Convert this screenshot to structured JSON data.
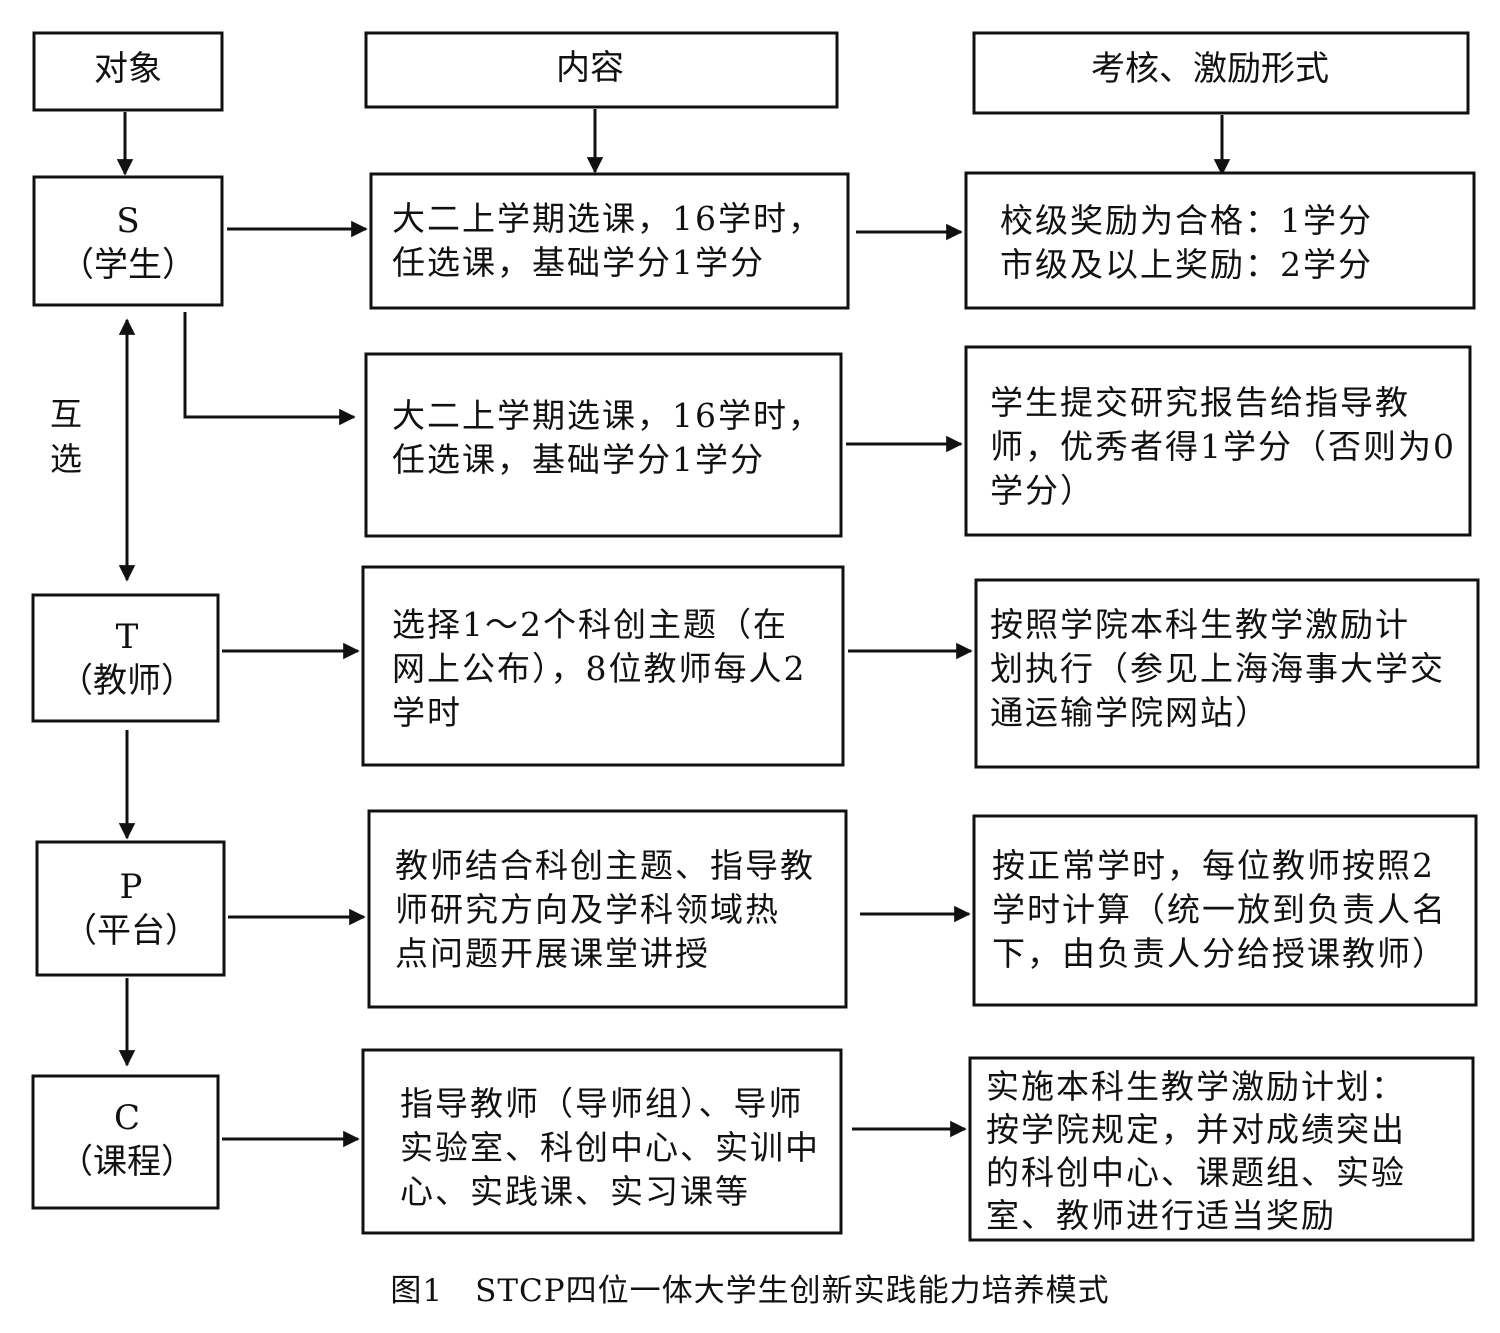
{
  "headers": {
    "object": "对象",
    "content": "内容",
    "assessment": "考核、激励形式"
  },
  "nodes": {
    "s": {
      "letter": "S",
      "name": "（学生）"
    },
    "t": {
      "letter": "T",
      "name": "（教师）"
    },
    "p": {
      "letter": "P",
      "name": "（平台）"
    },
    "c": {
      "letter": "C",
      "name": "（课程）"
    }
  },
  "mutual_label": [
    "互",
    "选"
  ],
  "content": {
    "row1": [
      "大二上学期选课，16学时，",
      "任选课，基础学分1学分"
    ],
    "row2": [
      "大二上学期选课，16学时，",
      "任选课，基础学分1学分"
    ],
    "row3": [
      "选择1～2个科创主题（在",
      "网上公布），8位教师每人2",
      "学时"
    ],
    "row4": [
      "教师结合科创主题、指导教",
      "师研究方向及学科领域热",
      "点问题开展课堂讲授"
    ],
    "row5": [
      "指导教师（导师组）、导师",
      "实验室、科创中心、实训中",
      "心、实践课、实习课等"
    ]
  },
  "assessment": {
    "row1": [
      "校级奖励为合格：1学分",
      "市级及以上奖励：2学分"
    ],
    "row2": [
      "学生提交研究报告给指导教",
      "师，优秀者得1学分（否则为0",
      "学分）"
    ],
    "row3": [
      "按照学院本科生教学激励计",
      "划执行（参见上海海事大学交",
      "通运输学院网站）"
    ],
    "row4": [
      "按正常学时，每位教师按照2",
      "学时计算（统一放到负责人名",
      "下，由负责人分给授课教师）"
    ],
    "row5": [
      "实施本科生教学激励计划：",
      "按学院规定，并对成绩突出",
      "的科创中心、课题组、实验",
      "室、教师进行适当奖励"
    ]
  },
  "caption": "图1　STCP四位一体大学生创新实践能力培养模式"
}
